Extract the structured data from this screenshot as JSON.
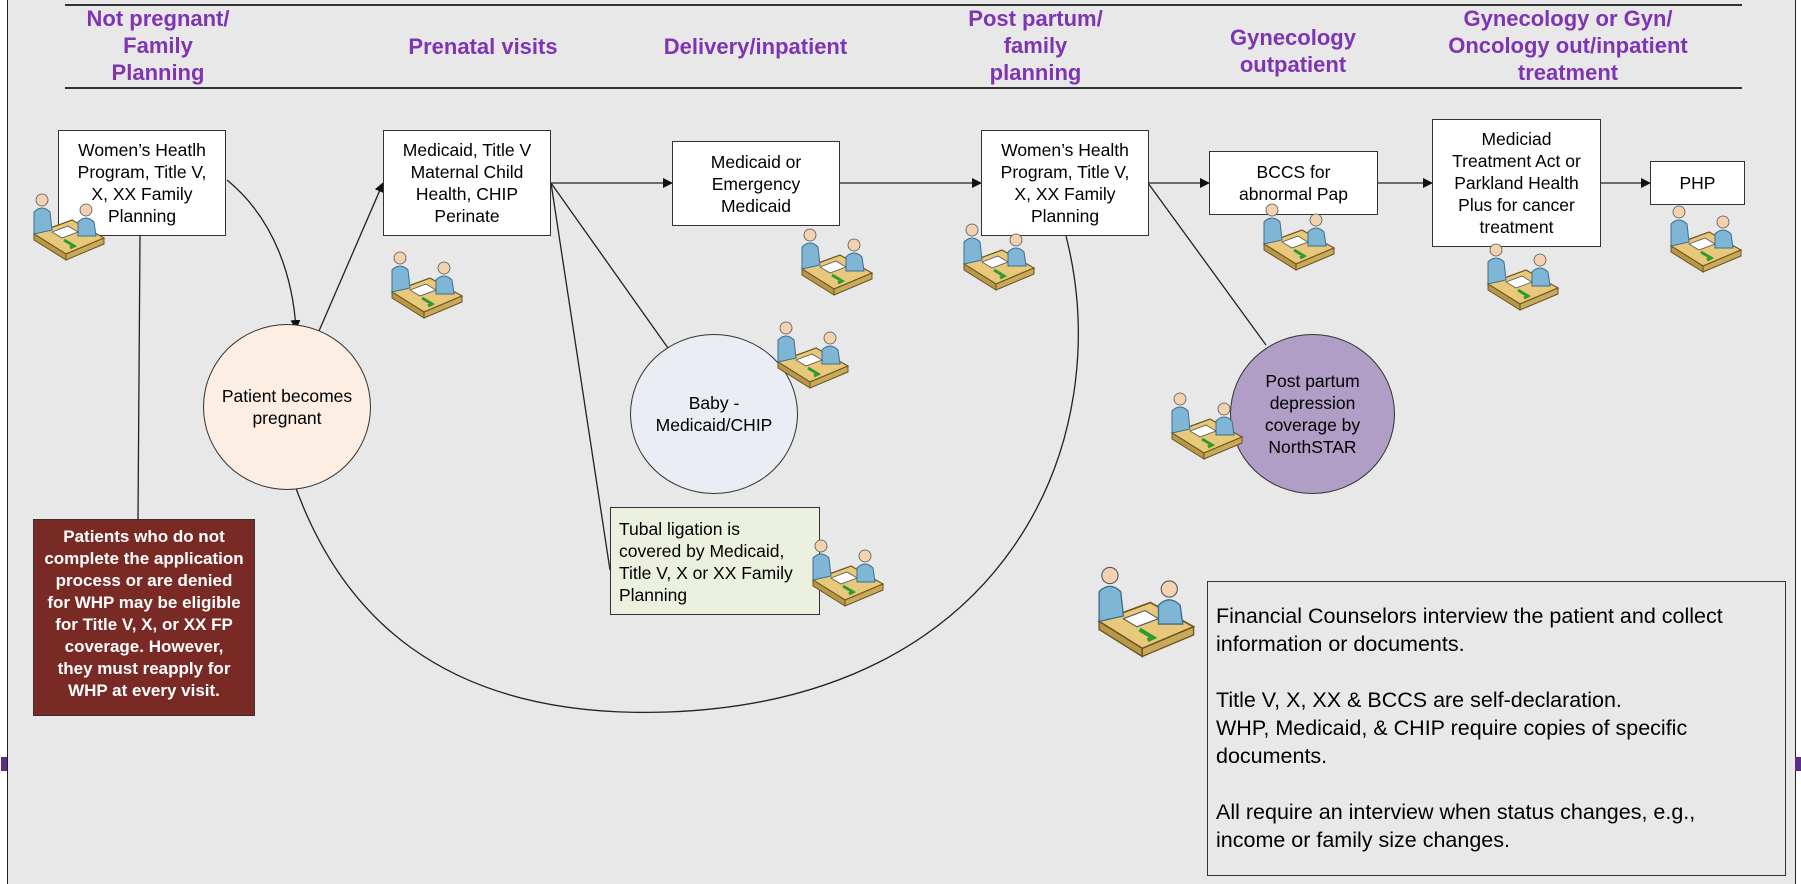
{
  "phases": {
    "not_pregnant": "Not pregnant/\nFamily\nPlanning",
    "prenatal": "Prenatal visits",
    "delivery": "Delivery/inpatient",
    "post_partum": "Post partum/\nfamily\nplanning",
    "gyn_outpatient": "Gynecology\noutpatient",
    "gyn_oncology": "Gynecology or Gyn/\nOncology out/inpatient\ntreatment"
  },
  "boxes": {
    "whp_family_planning": "Women’s Heatlh\nProgram, Title V,\nX, XX Family\nPlanning",
    "medicaid_prenatal": "Medicaid, Title V\nMaternal Child\nHealth, CHIP\nPerinate",
    "medicaid_emergency": "Medicaid or\nEmergency\nMedicaid",
    "whp_post_partum": "Women’s Health\nProgram, Title V,\nX, XX Family\nPlanning",
    "bccs": "BCCS for\nabnormal Pap",
    "treatment_act": "Mediciad\nTreatment Act or\nParkland Health\nPlus for cancer\ntreatment",
    "php": "PHP"
  },
  "circles": {
    "pregnant": "Patient becomes\npregnant",
    "baby": "Baby -\nMedicaid/CHIP",
    "depression": "Post partum\ndepression\ncoverage by\nNorthSTAR"
  },
  "notes": {
    "application": "Patients who do not\ncomplete the application\nprocess or are denied\nfor WHP may be eligible\nfor Title V, X, or XX FP\ncoverage.  However,\nthey must reapply for\nWHP at every visit.",
    "tubal": "Tubal ligation is\ncovered by Medicaid,\nTitle V, X or XX Family\nPlanning"
  },
  "legend": {
    "line1": "Financial Counselors interview the patient and collect\ninformation or documents.",
    "line2": "Title V, X, XX & BCCS are self-declaration.\nWHP, Medicaid, & CHIP require copies of specific\ndocuments.",
    "line3": "All require an interview when status changes, e.g.,\nincome or family size changes."
  },
  "icon_name": "financial-counselor-icon",
  "colors": {
    "phase_text": "#7f35b2",
    "pregnant_fill": "#fdeee3",
    "baby_fill": "#eaedf4",
    "depression_fill": "#b09ec7",
    "note_red_fill": "#7a2a24",
    "note_green_fill": "#ebf1de"
  }
}
